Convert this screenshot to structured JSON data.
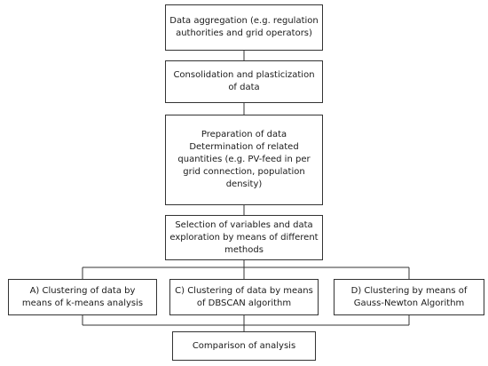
{
  "diagram": {
    "steps": [
      {
        "id": "step-1",
        "lines": [
          "Data aggregation (e.g. regulation",
          "authorities and grid operators)"
        ]
      },
      {
        "id": "step-2",
        "lines": [
          "Consolidation and plasticization",
          "of data"
        ]
      },
      {
        "id": "step-3",
        "lines": [
          "Preparation of data",
          "Determination of related",
          "quantities (e.g. PV-feed in per",
          "grid connection, population",
          "density)"
        ]
      },
      {
        "id": "step-4",
        "lines": [
          "Selection of variables and data",
          "exploration by means of different",
          "methods"
        ]
      }
    ],
    "branches": [
      {
        "id": "branch-a",
        "lines": [
          "A) Clustering of data by",
          "means of k-means analysis"
        ]
      },
      {
        "id": "branch-c",
        "lines": [
          "C) Clustering of data by means",
          "of DBSCAN algorithm"
        ]
      },
      {
        "id": "branch-d",
        "lines": [
          "D) Clustering by means of",
          "Gauss-Newton Algorithm"
        ]
      }
    ],
    "final": {
      "id": "step-final",
      "lines": [
        "Comparison of analysis"
      ]
    }
  }
}
